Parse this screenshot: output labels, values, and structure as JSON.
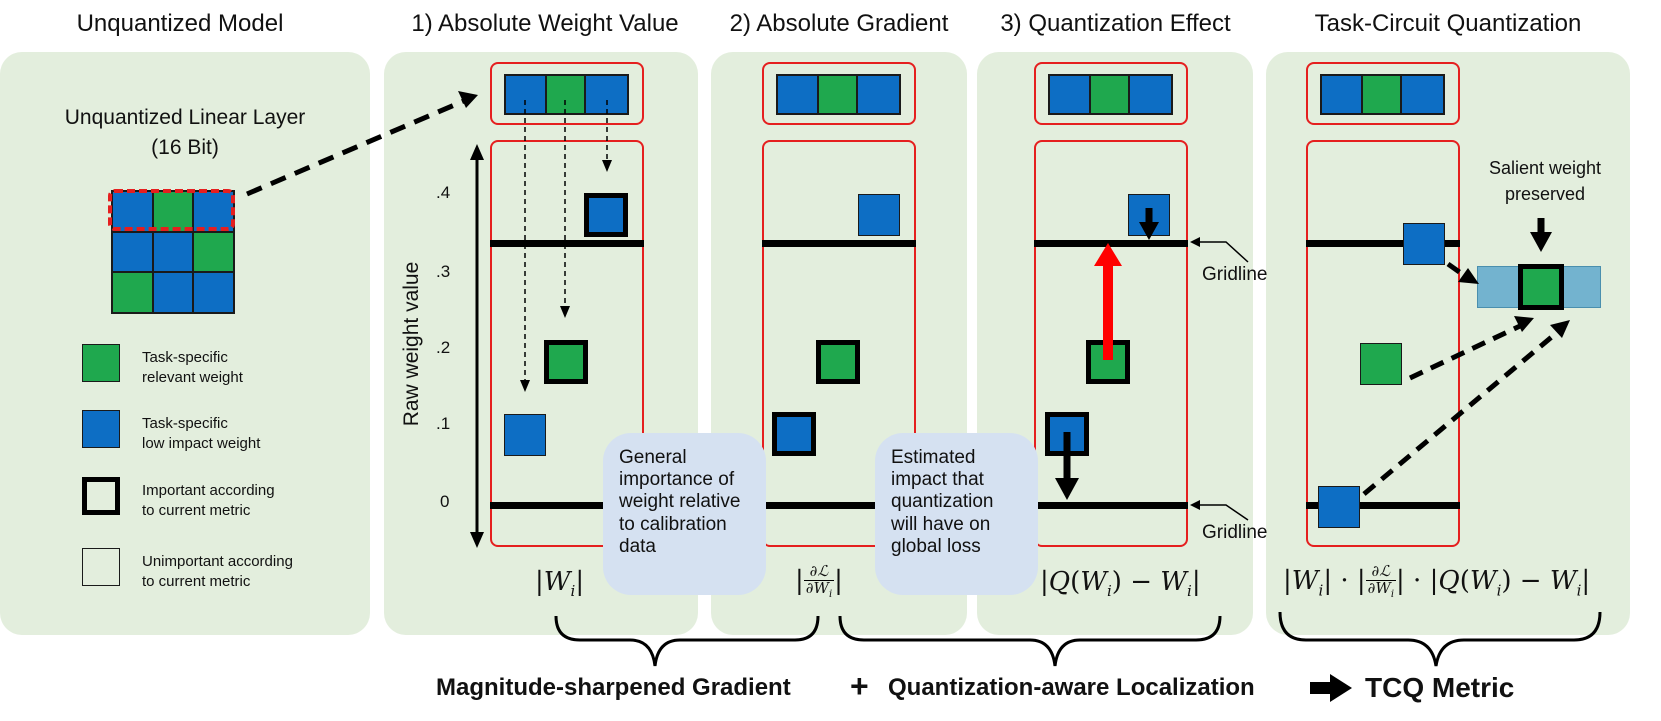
{
  "titles": {
    "unquantized": "Unquantized Model",
    "abs_weight": "1) Absolute Weight Value",
    "abs_grad": "2) Absolute Gradient",
    "quant_effect": "3) Quantization Effect",
    "tcq": "Task-Circuit Quantization"
  },
  "layer": {
    "line1": "Unquantized Linear Layer",
    "line2": "(16 Bit)",
    "grid": [
      [
        "blue",
        "green",
        "blue"
      ],
      [
        "blue",
        "blue",
        "green"
      ],
      [
        "green",
        "blue",
        "blue"
      ]
    ]
  },
  "legend": [
    {
      "kind": "green",
      "line1": "Task-specific",
      "line2": "relevant weight"
    },
    {
      "kind": "blue",
      "line1": "Task-specific",
      "line2": "low impact weight"
    },
    {
      "kind": "important",
      "line1": "Important according",
      "line2": "to current metric"
    },
    {
      "kind": "unimportant",
      "line1": "Unimportant according",
      "line2": "to current metric"
    }
  ],
  "axis": {
    "label": "Raw weight value",
    "ticks": [
      ".4",
      ".3",
      ".2",
      ".1",
      "0"
    ]
  },
  "gridline_label": "Gridline",
  "salient": {
    "line1": "Salient weight",
    "line2": "preserved"
  },
  "bubbles": {
    "general": [
      "General",
      "importance of",
      "weight relative",
      "to calibration",
      "data"
    ],
    "estimated": [
      "Estimated",
      "impact that",
      "quantization",
      "will have on",
      "global loss"
    ]
  },
  "formulas": {
    "abs_weight": "|W_i|",
    "abs_grad": "|∂L/∂W_i|",
    "quant_effect": "|Q(W_i) − W_i|",
    "tcq": "|W_i| · |∂L/∂W_i| · |Q(W_i) − W_i|"
  },
  "bottom": {
    "mag": "Magnitude-sharpened Gradient",
    "plus": "+",
    "qal": "Quantization-aware Localization",
    "tcq": "TCQ Metric"
  },
  "colors": {
    "panel": "#e3eedd",
    "blue": "#0d6ec4",
    "green": "#1fa84e",
    "red": "#e51f1f",
    "bubble": "#d5e1f1",
    "salient_bar": "#73b3cf"
  }
}
